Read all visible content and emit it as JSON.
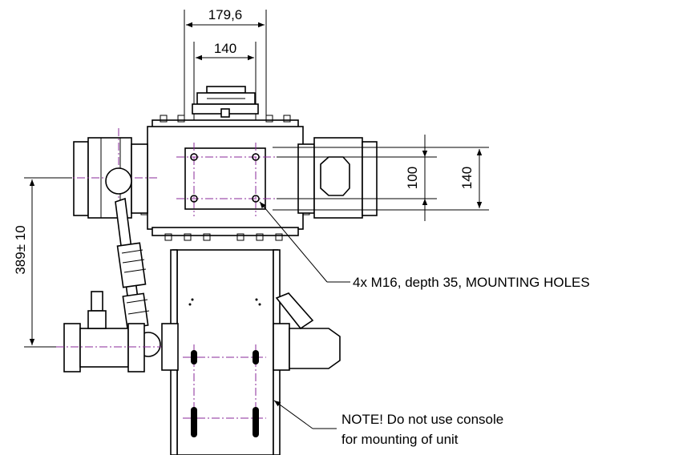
{
  "dimensions": {
    "overall_width": "179,6",
    "bolt_spacing_horizontal": "140",
    "bolt_spacing_vertical_inner": "100",
    "bolt_spacing_vertical_outer": "140",
    "height_to_console": "389± 10"
  },
  "notes": {
    "mounting_holes": "4x M16, depth 35, MOUNTING HOLES",
    "console_line1": "NOTE! Do not use console",
    "console_line2": "for mounting of unit"
  },
  "colors": {
    "linework": "#000000",
    "centerlines": "#8a2a9a"
  }
}
